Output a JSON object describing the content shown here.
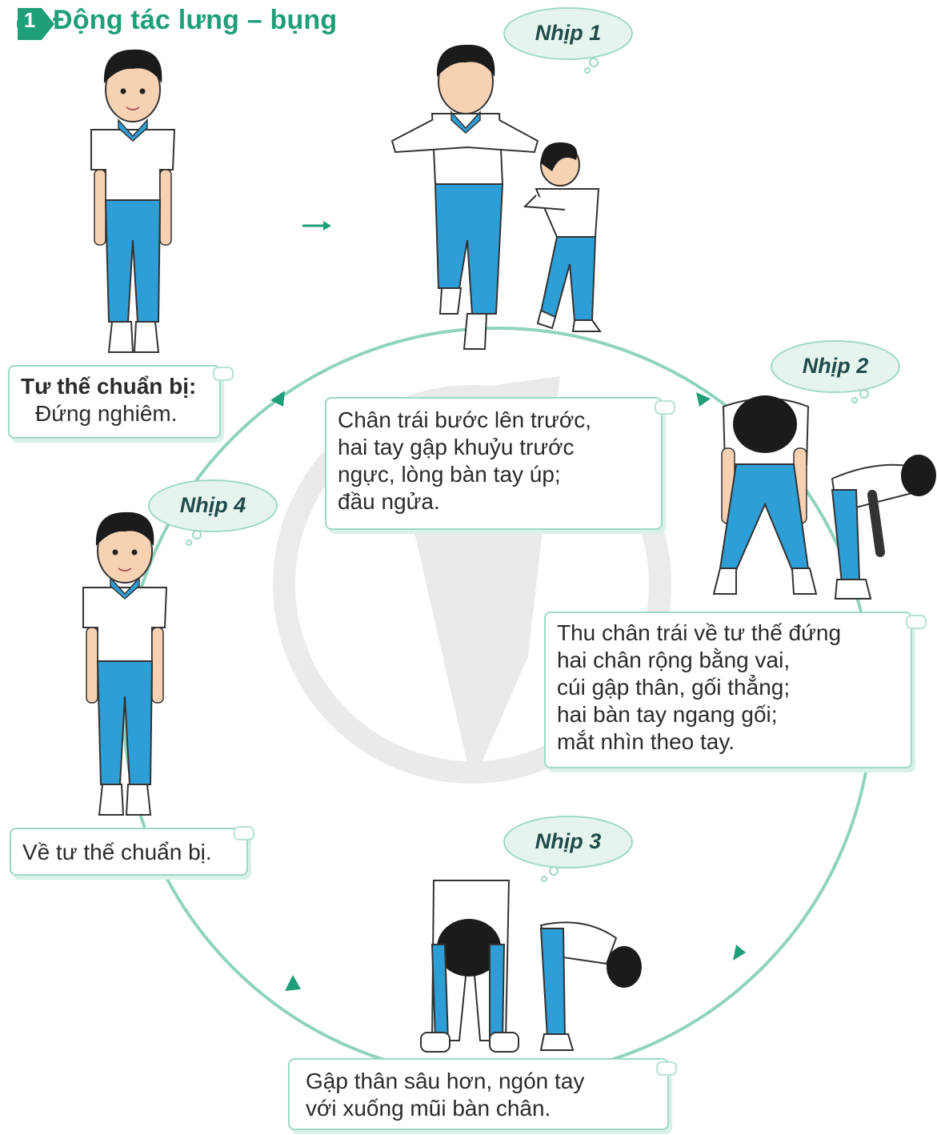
{
  "title": {
    "number": "1",
    "text": "Động tác lưng – bụng"
  },
  "beats": [
    {
      "label": "Nhịp 1"
    },
    {
      "label": "Nhịp 2"
    },
    {
      "label": "Nhịp 3"
    },
    {
      "label": "Nhịp 4"
    }
  ],
  "prep": {
    "heading": "Tư thế chuẩn bị:",
    "text": "Đứng nghiêm."
  },
  "step1": {
    "lines": [
      "Chân trái bước lên trước,",
      "hai tay gập khuỷu trước",
      "ngực, lòng bàn tay úp;",
      "đầu ngửa."
    ]
  },
  "step2": {
    "lines": [
      "Thu chân trái về tư thế đứng",
      "hai chân rộng bằng vai,",
      "cúi gập thân, gối thẳng;",
      "hai bàn tay ngang gối;",
      "mắt nhìn theo tay."
    ]
  },
  "step3": {
    "lines": [
      "Gập thân sâu hơn, ngón tay",
      "với xuống mũi bàn chân."
    ]
  },
  "step4": {
    "text": "Về tư thế chuẩn bị."
  },
  "colors": {
    "accent": "#1f9e7a",
    "ring": "#8fd3bd",
    "shirt": "#ffffff",
    "pants": "#2e9ed6",
    "collar": "#2e9ed6",
    "hair": "#1b1b1b",
    "skin": "#f6d2b3",
    "bubble": "#e5f5ee"
  }
}
